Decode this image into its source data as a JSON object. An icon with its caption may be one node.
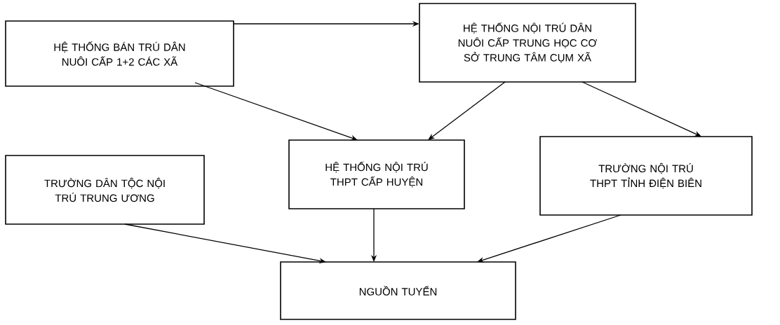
{
  "diagram": {
    "nodes": [
      {
        "text": [
          "HỆ THỐNG BÁN TRÚ DÂN NUÔI CẤP 1+2 CÁC XÃ"
        ]
      },
      {
        "text": [
          "HỆ THỐNG NỘI TRÚ DÂN NUÔI CẤP TRUNG HỌC CƠ SỞ TRUNG TÂM CỤM XÃ"
        ]
      },
      {
        "text": [
          "TRƯỜNG DÂN TỘC NỘI TRÚ TRUNG ƯƠNG"
        ]
      },
      {
        "text": [
          "HỆ THỐNG NỘI TRÚ THPT CẤP HUYỆN"
        ]
      },
      {
        "text": [
          "TRƯỜNG NỘI TRÚ THPT TỈNH ĐIỆN BIÊN"
        ]
      },
      {
        "text": [
          "NGUỒN TUYỂN"
        ]
      }
    ],
    "edges": [
      {
        "from": 0,
        "to": 1,
        "arrow": "to"
      },
      {
        "from": 0,
        "to": 3,
        "arrow": "to"
      },
      {
        "from": 1,
        "to": 3,
        "arrow": "to"
      },
      {
        "from": 1,
        "to": 4,
        "arrow": "to"
      },
      {
        "from": 2,
        "to": 5,
        "arrow": "to"
      },
      {
        "from": 3,
        "to": 5,
        "arrow": "to"
      },
      {
        "from": 4,
        "to": 5,
        "arrow": "to"
      }
    ]
  }
}
